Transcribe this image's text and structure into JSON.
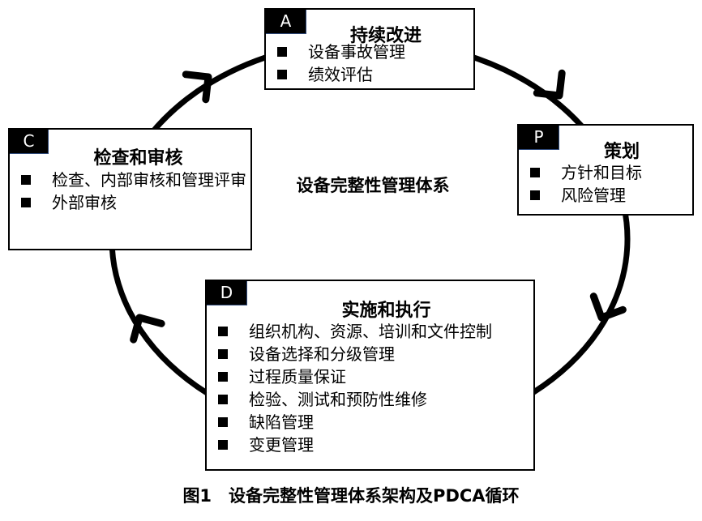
{
  "diagram": {
    "center_label": "设备完整性管理体系",
    "caption": "图1　设备完整性管理体系架构及PDCA循环",
    "cycle_direction": "clockwise",
    "stages": [
      {
        "key": "A",
        "title": "持续改进",
        "items": [
          "设备事故管理",
          "绩效评估"
        ]
      },
      {
        "key": "P",
        "title": "策划",
        "items": [
          "方针和目标",
          "风险管理"
        ]
      },
      {
        "key": "D",
        "title": "实施和执行",
        "items": [
          "组织机构、资源、培训和文件控制",
          "设备选择和分级管理",
          "过程质量保证",
          "检验、测试和预防性维修",
          "缺陷管理",
          "变更管理"
        ]
      },
      {
        "key": "C",
        "title": "检查和审核",
        "items": [
          "检查、内部审核和管理评审",
          "外部审核"
        ]
      }
    ],
    "colors": {
      "line": "#000000",
      "tag_bg": "#000000",
      "tag_text": "#ffffff",
      "tag_border": "#2f4a7a"
    }
  }
}
